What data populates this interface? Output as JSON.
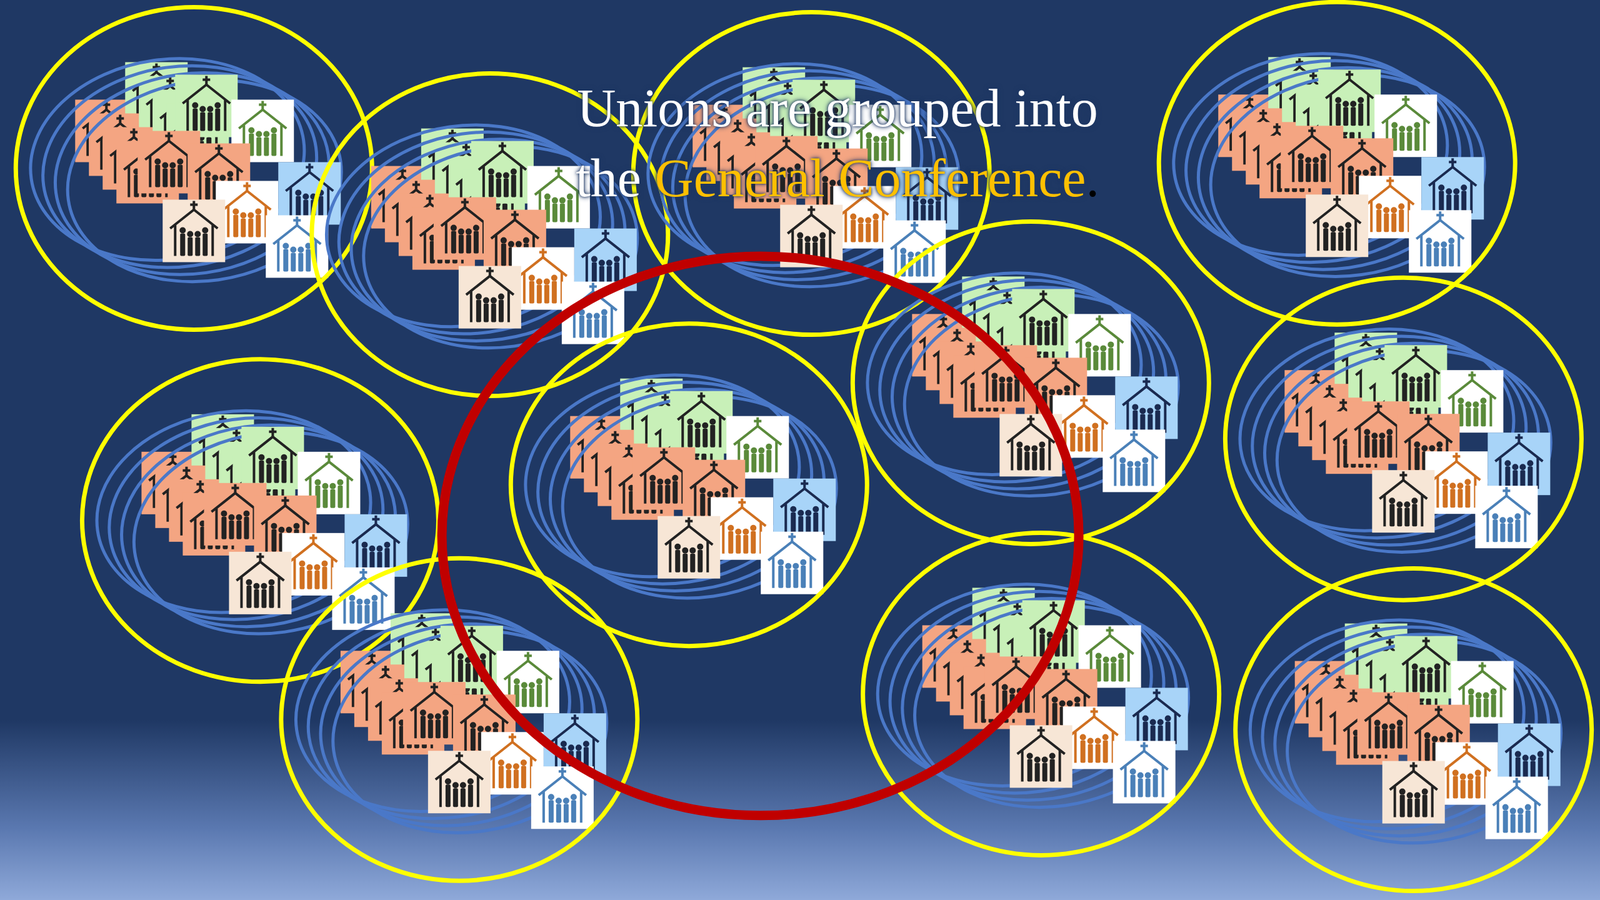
{
  "diagram": {
    "labels": [
      "Unions are grouped into",
      "the",
      "General Conference",
      "."
    ]
  }
}
